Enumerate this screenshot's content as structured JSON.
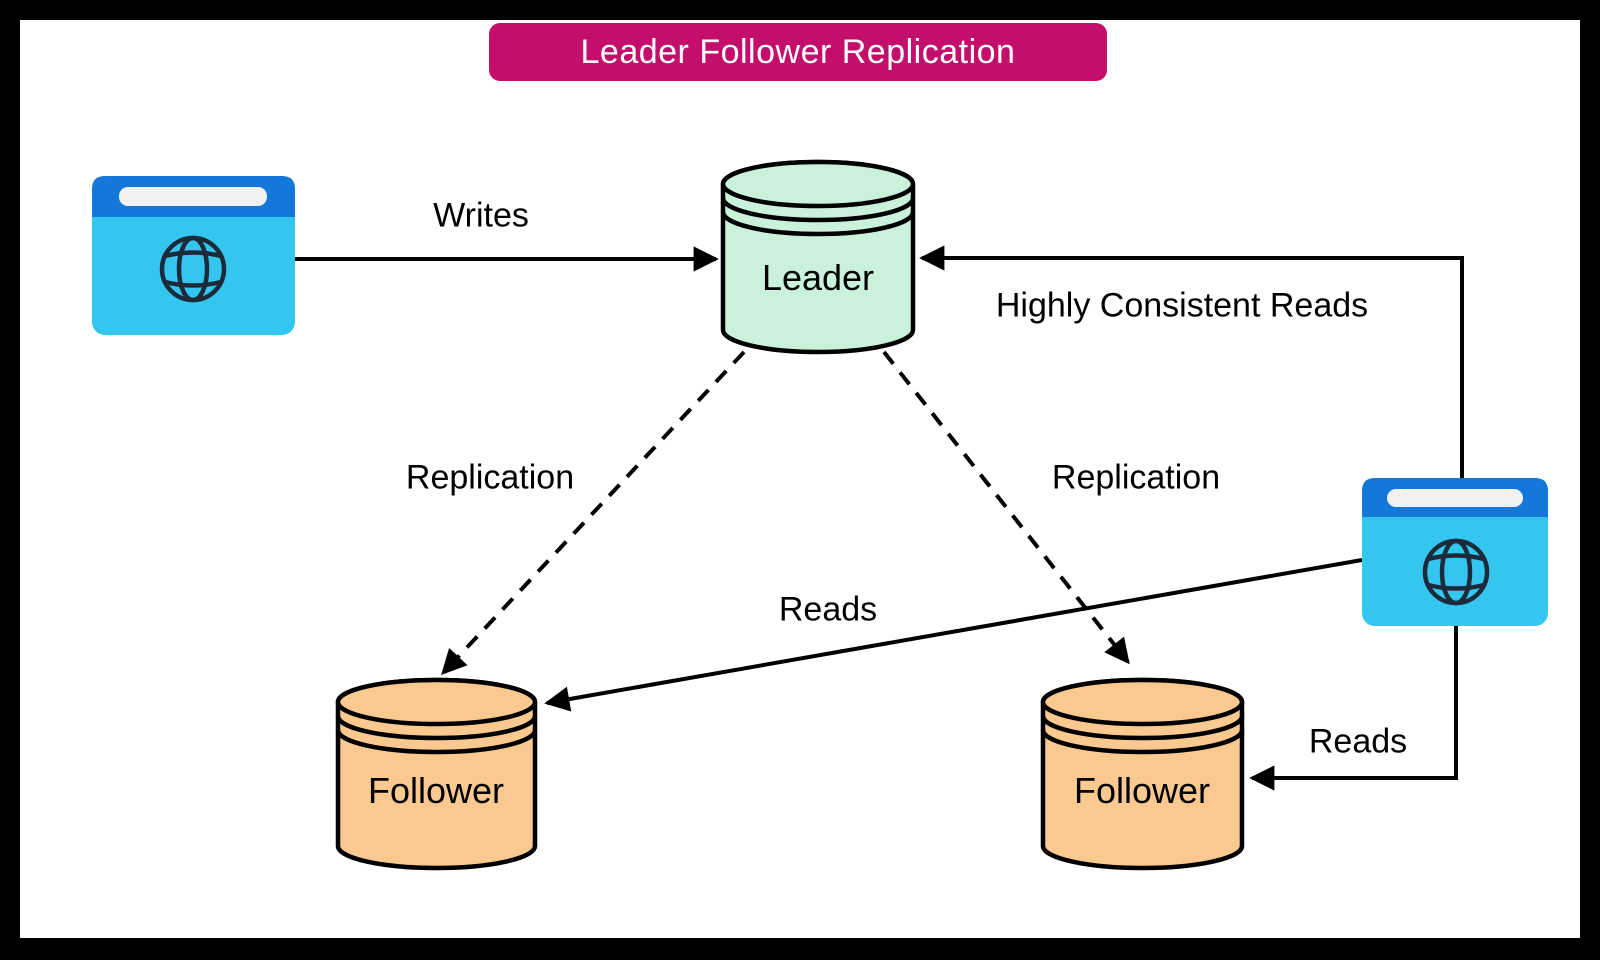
{
  "diagram": {
    "title": "Leader Follower Replication",
    "nodes": {
      "leader": {
        "label": "Leader",
        "shape": "database-cylinder"
      },
      "follower_left": {
        "label": "Follower",
        "shape": "database-cylinder"
      },
      "follower_right": {
        "label": "Follower",
        "shape": "database-cylinder"
      },
      "client_left": {
        "icon": "browser-globe-icon"
      },
      "client_right": {
        "icon": "browser-globe-icon"
      }
    },
    "edges": {
      "writes": {
        "label": "Writes",
        "from": "client_left",
        "to": "leader",
        "style": "solid"
      },
      "highly_consistent_reads": {
        "label": "Highly Consistent Reads",
        "from": "client_right",
        "to": "leader",
        "style": "solid"
      },
      "replication_left": {
        "label": "Replication",
        "from": "leader",
        "to": "follower_left",
        "style": "dashed"
      },
      "replication_right": {
        "label": "Replication",
        "from": "leader",
        "to": "follower_right",
        "style": "dashed"
      },
      "reads_far": {
        "label": "Reads",
        "from": "client_right",
        "to": "follower_left",
        "style": "solid"
      },
      "reads_near": {
        "label": "Reads",
        "from": "client_right",
        "to": "follower_right",
        "style": "solid"
      }
    },
    "colors": {
      "title_bg": "#C30E6B",
      "title_text": "#FFFFFF",
      "leader_fill": "#CAF2DB",
      "follower_fill": "#F9C98F",
      "browser_bar": "#1478D8",
      "browser_body": "#35C6EF",
      "address_bar": "#EFF1F3",
      "globe_stroke": "#1C2B3B",
      "line": "#000000",
      "frame": "#000000",
      "background": "#FFFFFF"
    }
  }
}
